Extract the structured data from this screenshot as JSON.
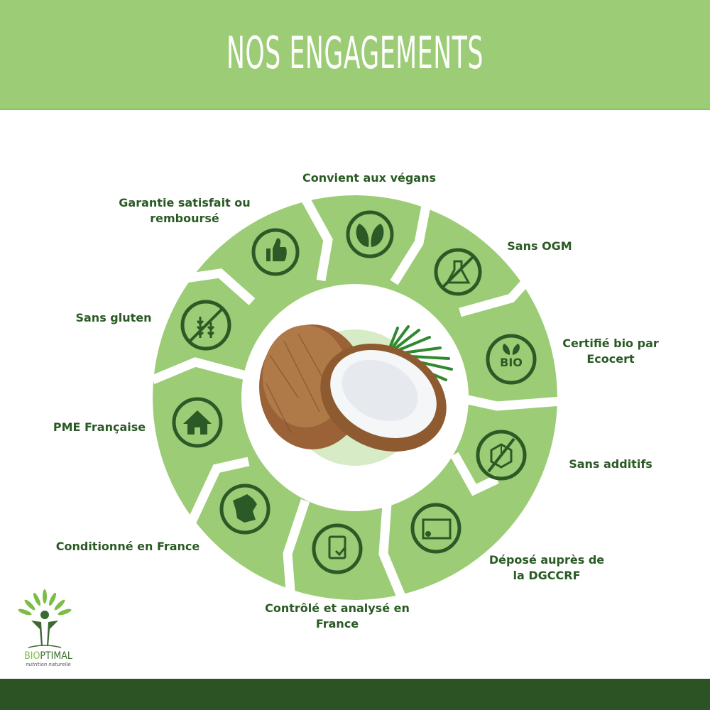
{
  "header": {
    "title": "NOS ENGAGEMENTS"
  },
  "colors": {
    "header_bg": "#9ccc75",
    "segment": "#9ccc75",
    "icon_dark": "#2c5a26",
    "text": "#2a5a24",
    "footer_bg": "#2c5324",
    "center_circle": "#d6ebc6"
  },
  "center": {
    "image": "coconut-image"
  },
  "engagements": [
    {
      "label": "Convient aux végans",
      "icon": "leaves-icon"
    },
    {
      "label": "Sans OGM",
      "icon": "no-gmo-flask-icon"
    },
    {
      "label_l1": "Certifié bio par",
      "label_l2": "Ecocert",
      "icon": "bio-icon"
    },
    {
      "label": "Sans additifs",
      "icon": "no-additives-molecule-icon"
    },
    {
      "label_l1": "Déposé auprès de",
      "label_l2": "la DGCCRF",
      "icon": "certificate-icon"
    },
    {
      "label_l1": "Contrôlé et analysé en",
      "label_l2": "France",
      "icon": "clipboard-check-icon"
    },
    {
      "label": "Conditionné en France",
      "icon": "france-map-icon"
    },
    {
      "label": "PME Française",
      "icon": "house-icon"
    },
    {
      "label": "Sans gluten",
      "icon": "no-gluten-wheat-icon"
    },
    {
      "label_l1": "Garantie satisfait ou",
      "label_l2": "remboursé",
      "icon": "thumbs-up-icon"
    }
  ],
  "logo": {
    "brand_part1": "BIO",
    "brand_part2": "PTIMAL",
    "tagline": "nutrition naturelle"
  }
}
